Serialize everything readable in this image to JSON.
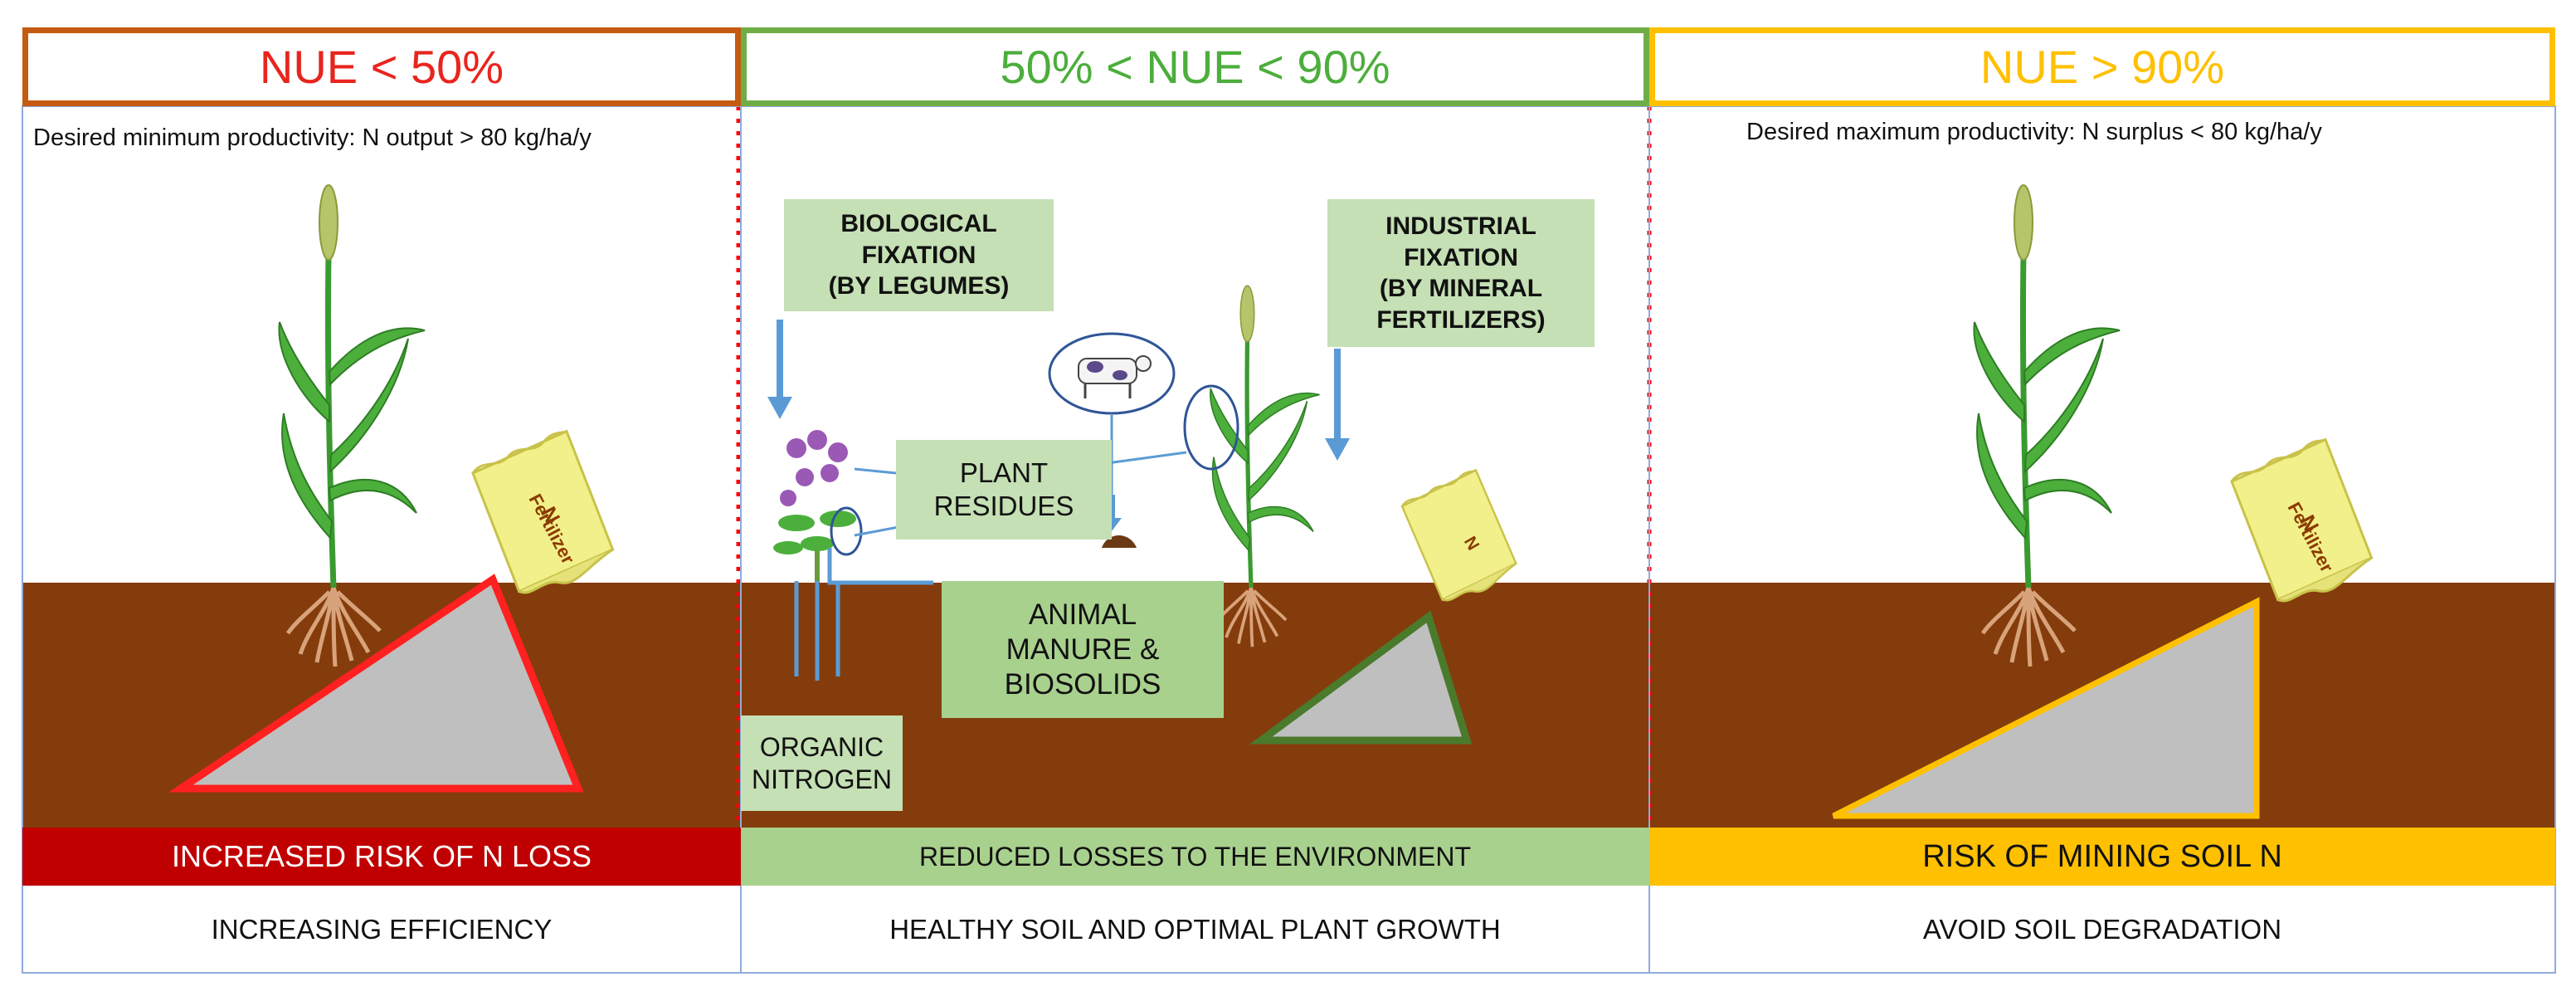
{
  "columns": [
    {
      "header": "NUE < 50%",
      "header_color": "#e8251d",
      "border_color": "#c55a11",
      "subtitle": "Desired minimum productivity: N output > 80 kg/ha/y",
      "band_label": "INCREASED RISK OF N LOSS",
      "band_color": "#c00000",
      "band_text_color": "#ffffff",
      "footer": "INCREASING EFFICIENCY",
      "triangle_stroke": "#ff2020"
    },
    {
      "header": "50% < NUE < 90%",
      "header_color": "#4cae3c",
      "border_color": "#70ad47",
      "subtitle": "",
      "band_label": "REDUCED LOSSES TO THE ENVIRONMENT",
      "band_color": "#a9d18e",
      "band_text_color": "#111111",
      "footer": "HEALTHY SOIL AND OPTIMAL PLANT GROWTH",
      "triangle_stroke": "#4a7a2c"
    },
    {
      "header": "NUE > 90%",
      "header_color": "#ffc000",
      "border_color": "#ffc000",
      "subtitle": "Desired maximum productivity: N surplus < 80 kg/ha/y",
      "band_label": "RISK OF MINING SOIL N",
      "band_color": "#ffc000",
      "band_text_color": "#111111",
      "footer": "AVOID SOIL DEGRADATION",
      "triangle_stroke": "#ffc000"
    }
  ],
  "middle": {
    "biological_fixation": "BIOLOGICAL\nFIXATION\n(BY LEGUMES)",
    "industrial_fixation": "INDUSTRIAL\nFIXATION\n(BY MINERAL\nFERTILIZERS)",
    "plant_residues": "PLANT\nRESIDUES",
    "animal_manure": "ANIMAL\nMANURE &\nBIOSOLIDS",
    "organic_nitrogen": "ORGANIC\nNITROGEN"
  },
  "bag": {
    "letter": "N",
    "word": "Fertilizer"
  },
  "colors": {
    "soil": "#843c0c",
    "triangle_fill": "#bfbfbf",
    "arrow": "#5b9bd5",
    "divider": "#ff0000",
    "frame": "#8faadc",
    "plant": "#2e8b2e"
  }
}
